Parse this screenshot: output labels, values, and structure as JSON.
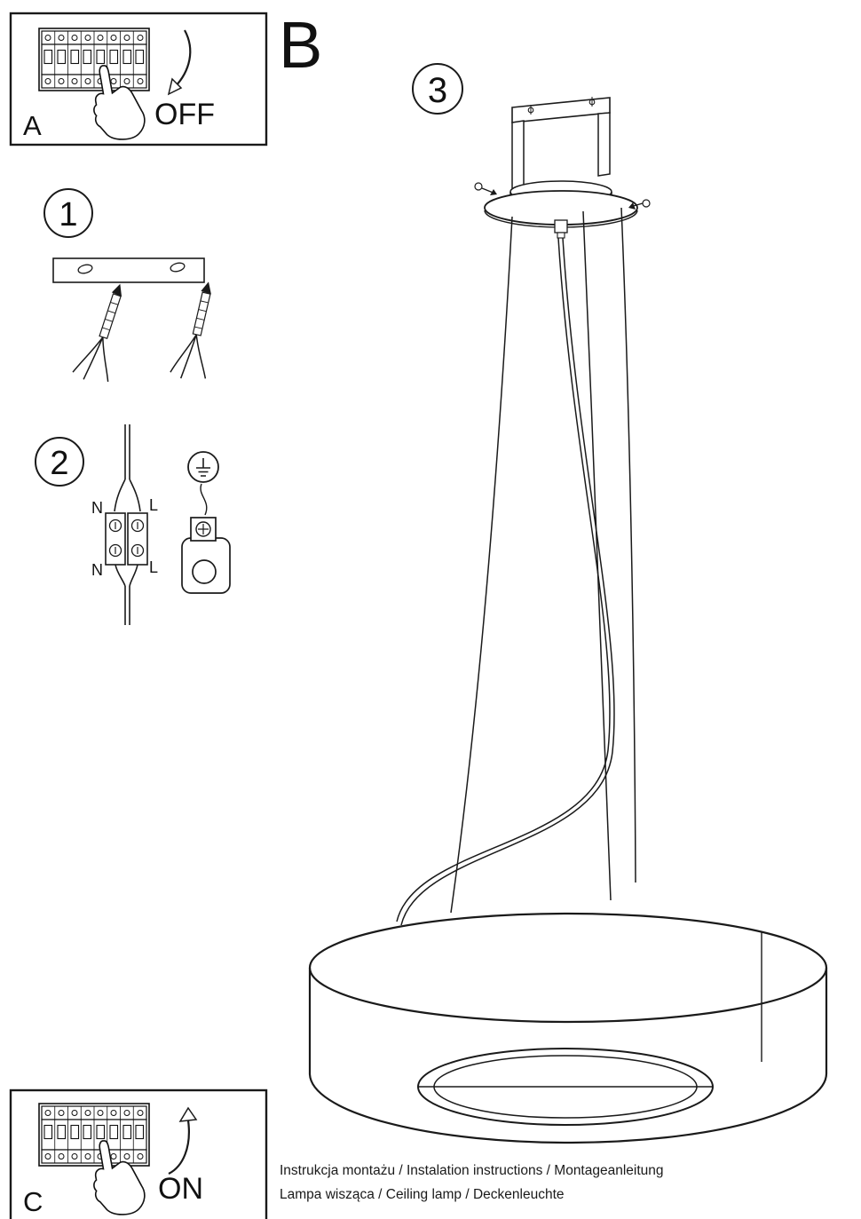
{
  "heading": {
    "section": "B"
  },
  "panel_a": {
    "label": "A",
    "state": "OFF"
  },
  "panel_c": {
    "label": "C",
    "state": "ON"
  },
  "steps": {
    "one": "1",
    "two": "2",
    "three": "3"
  },
  "wiring": {
    "n_top": "N",
    "l_top": "L",
    "n_bottom": "N",
    "l_bottom": "L"
  },
  "footer": {
    "line1": "Instrukcja montażu / Instalation instructions / Montageanleitung",
    "line2": "Lampa wisząca / Ceiling lamp / Deckenleuchte"
  },
  "colors": {
    "ink": "#1a1a1a",
    "paper": "#ffffff"
  }
}
